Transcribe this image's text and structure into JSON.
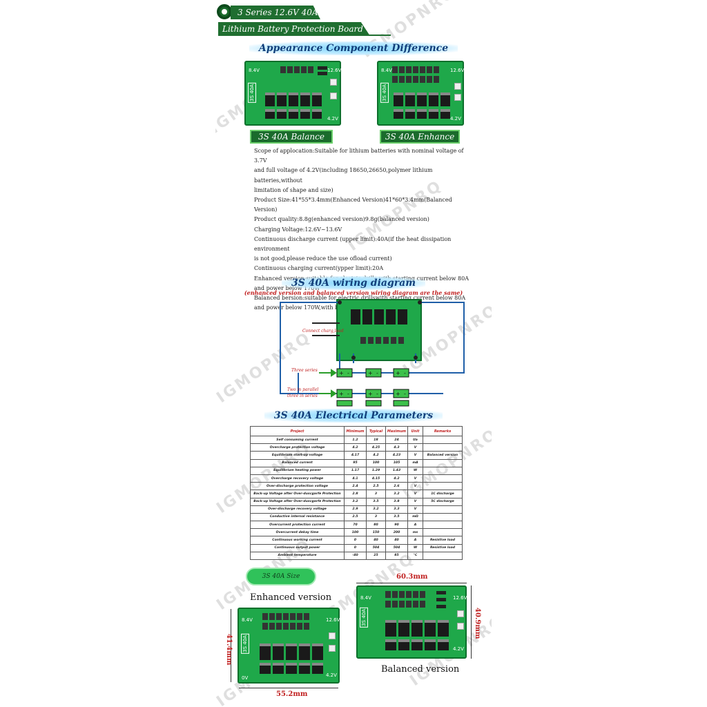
{
  "header": {
    "title_line1": "3 Series 12.6V 40A",
    "title_line2": "Lithium Battery Protection Board"
  },
  "section1": {
    "title": "Appearance Component Difference",
    "left_label": "3S 40A Balance",
    "right_label": "3S 40A Enhance"
  },
  "board_labels": {
    "top_left": "8.4V",
    "top_right": "12.6V",
    "bottom_right": "4.2V",
    "side_tag": "3S 40A",
    "neg": "0V"
  },
  "description": [
    "Scope of applocation:Suitable for lithium batteries with nominal voltage of 3.7V",
    "and full voltage of 4.2V(including 18650,26650,polymer lithium batteries,without",
    "limitation of shape and size)",
    "Product Size:41*55*3.4mm(Enhanced Version)41*60*3.4mm(Balanced Version)",
    "Product quality:8.8g(enhanced version)9.8g(balanced version)",
    "Charging Voltage:12.6V~13.6V",
    "Continuous discharge current (upper limit):40A(if the heat dissipation environment",
    "is not good,please reduce the use ofload current)",
    "Continuous charging current(ypper limit):20A",
    "Enhanced version:suitable for electric drills with starting current below 80A",
    "and power below 170W",
    "Balanced bersion:suitable for electric drillswith starting current below 80A",
    "and power below 170W,with balanced chargingfunction"
  ],
  "wiring": {
    "title": "3S 40A wiring diagram",
    "subtitle": "(enhanced version and balanced version wiring diagram are the same)",
    "connect_label": "Connect charg,load",
    "three_series": "Three series",
    "two_parallel_line1": "Two in parallel",
    "two_parallel_line2": "three in series",
    "cell_plus": "+",
    "cell_minus": "-"
  },
  "electrical": {
    "title": "3S 40A Electrical Parameters",
    "headers": [
      "Project",
      "Minimum",
      "Typical",
      "Maximum",
      "Unit",
      "Remarks"
    ],
    "rows": [
      [
        "Self consuming current",
        "1.2",
        "18",
        "24",
        "Ua",
        ""
      ],
      [
        "Overcharge protection voltage",
        "4.2",
        "4.25",
        "4.3",
        "V",
        ""
      ],
      [
        "Equilibrium start-up voltage",
        "4.17",
        "4.2",
        "4.23",
        "V",
        "Balanced version"
      ],
      [
        "Balanced current",
        "95",
        "100",
        "105",
        "mA",
        ""
      ],
      [
        "Equilibrium heating power",
        "1.17",
        "1.29",
        "1.43",
        "W",
        ""
      ],
      [
        "Overcharge recovery voltage",
        "4.1",
        "4.15",
        "4.2",
        "V",
        ""
      ],
      [
        "Over-discharge protection voltage",
        "2.4",
        "2.5",
        "2.6",
        "V",
        ""
      ],
      [
        "Back-up Voltage after Over-duscgarfe Protection",
        "2.8",
        "3",
        "3.2",
        "V",
        "1C discharge"
      ],
      [
        "Back-up Voltage after Over-duscgarfe Protection",
        "3.2",
        "3.5",
        "3.8",
        "V",
        "5C discharge"
      ],
      [
        "Over-discharge recovery voltage",
        "2.9",
        "3.2",
        "3.3",
        "V",
        ""
      ],
      [
        "Conductive internal resistance",
        "2.5",
        "3",
        "3.5",
        "mΩ",
        ""
      ],
      [
        "Overcurrent protection current",
        "70",
        "80",
        "90",
        "A",
        ""
      ],
      [
        "Overcurrent dekay time",
        "100",
        "150",
        "200",
        "ms",
        ""
      ],
      [
        "Continuous working current",
        "0",
        "40",
        "40",
        "A",
        "Resistive load"
      ],
      [
        "Continuous output power",
        "0",
        "504",
        "504",
        "W",
        "Resistive load"
      ],
      [
        "Ambient temperature",
        "-40",
        "25",
        "85",
        "°C",
        ""
      ]
    ]
  },
  "size": {
    "pill": "3S 40A Size",
    "enhanced": "Enhanced version",
    "balanced": "Balanced version",
    "enh_width": "55.2mm",
    "enh_height": "41.4mm",
    "bal_width": "60.3mm",
    "bal_height": "40.9mm"
  },
  "watermark": "IGMOPNRQ",
  "colors": {
    "pcb_green": "#1fa84a",
    "banner_green": "#1f6e30",
    "title_blue": "#123f7a",
    "accent_red": "#c02020"
  }
}
